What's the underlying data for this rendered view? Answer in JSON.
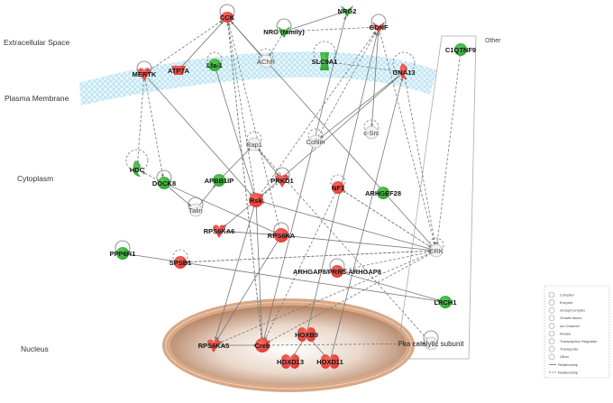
{
  "colors": {
    "up": "#e8413a",
    "down": "#3ab03a",
    "neutral": "#f2f2f2",
    "membrane": "#a9dcef",
    "nucleus_outer": "#b07a55",
    "nucleus_inner": "#ffffff",
    "edge": "#777777"
  },
  "layers": [
    {
      "id": "extracellular",
      "label": "Extracellular Space"
    },
    {
      "id": "membrane",
      "label": "Plasma Membrane"
    },
    {
      "id": "cytoplasm",
      "label": "Cytoplasm"
    },
    {
      "id": "nucleus",
      "label": "Nucleus"
    }
  ],
  "other_box": {
    "label": "Other"
  },
  "nodes": [
    {
      "id": "CCK",
      "label": "CCK",
      "status": "up",
      "shape": "growth-factor",
      "layer": "extracellular"
    },
    {
      "id": "NRG",
      "label": "NRG (family)",
      "status": "down",
      "shape": "growth-factor",
      "layer": "extracellular"
    },
    {
      "id": "NRG2",
      "label": "NRG2",
      "status": "down",
      "shape": "growth-factor",
      "layer": "extracellular"
    },
    {
      "id": "GDNF",
      "label": "GDNF",
      "status": "up",
      "shape": "growth-factor",
      "layer": "extracellular"
    },
    {
      "id": "MERTK",
      "label": "MERTK",
      "status": "up",
      "shape": "kinase",
      "layer": "membrane"
    },
    {
      "id": "ATP7A",
      "label": "ATP7A",
      "status": "up",
      "shape": "transporter",
      "layer": "membrane"
    },
    {
      "id": "Lfa1",
      "label": "Lfa-1",
      "status": "down",
      "shape": "complex",
      "layer": "membrane"
    },
    {
      "id": "AChR",
      "label": "AChR",
      "status": "neutral",
      "shape": "complex",
      "layer": "membrane"
    },
    {
      "id": "SLC9A1",
      "label": "SLC9A1",
      "status": "down",
      "shape": "ion-channel",
      "layer": "membrane"
    },
    {
      "id": "GNA13",
      "label": "GNA13",
      "status": "up",
      "shape": "enzyme",
      "layer": "membrane"
    },
    {
      "id": "C1QTNF9",
      "label": "C1QTNF9",
      "status": "down",
      "shape": "other",
      "layer": "other"
    },
    {
      "id": "Rap1",
      "label": "Rap1",
      "status": "neutral",
      "shape": "group",
      "layer": "cytoplasm"
    },
    {
      "id": "Cofilin",
      "label": "Cofilin",
      "status": "neutral",
      "shape": "group",
      "layer": "cytoplasm"
    },
    {
      "id": "cSrc",
      "label": "c-Src",
      "status": "neutral",
      "shape": "group",
      "layer": "cytoplasm"
    },
    {
      "id": "HDC",
      "label": "HDC",
      "status": "down",
      "shape": "enzyme",
      "layer": "cytoplasm"
    },
    {
      "id": "DOCK8",
      "label": "DOCK8",
      "status": "down",
      "shape": "other",
      "layer": "cytoplasm"
    },
    {
      "id": "APBB1IP",
      "label": "APBB1IP",
      "status": "down",
      "shape": "other",
      "layer": "cytoplasm"
    },
    {
      "id": "Talin",
      "label": "Talin",
      "status": "neutral",
      "shape": "group",
      "layer": "cytoplasm"
    },
    {
      "id": "PRKD1",
      "label": "PRKD1",
      "status": "up",
      "shape": "kinase",
      "layer": "cytoplasm"
    },
    {
      "id": "Rsk",
      "label": "Rsk",
      "status": "up",
      "shape": "group",
      "layer": "cytoplasm"
    },
    {
      "id": "NF1",
      "label": "NF1",
      "status": "up",
      "shape": "other",
      "layer": "cytoplasm"
    },
    {
      "id": "ARHGEF28",
      "label": "ARHGEF28",
      "status": "down",
      "shape": "other",
      "layer": "cytoplasm"
    },
    {
      "id": "RPS6KA6",
      "label": "RPS6KA6",
      "status": "up",
      "shape": "kinase",
      "layer": "cytoplasm"
    },
    {
      "id": "RPS6KA",
      "label": "RPS6KA",
      "status": "up",
      "shape": "group",
      "layer": "cytoplasm"
    },
    {
      "id": "ERK",
      "label": "ERK",
      "status": "neutral",
      "shape": "group",
      "layer": "other"
    },
    {
      "id": "PPP6R1",
      "label": "PPP6R1",
      "status": "down",
      "shape": "other",
      "layer": "cytoplasm"
    },
    {
      "id": "SPSB1",
      "label": "SPSB1",
      "status": "up",
      "shape": "other",
      "layer": "cytoplasm"
    },
    {
      "id": "ARHGAP8",
      "label": "ARHGAP8/PRR5-ARHGAP8",
      "status": "up",
      "shape": "other",
      "layer": "cytoplasm"
    },
    {
      "id": "LRCH1",
      "label": "LRCH1",
      "status": "down",
      "shape": "other",
      "layer": "other"
    },
    {
      "id": "RPS6KA5",
      "label": "RPS6KA5",
      "status": "up",
      "shape": "kinase",
      "layer": "nucleus"
    },
    {
      "id": "Creb",
      "label": "Creb",
      "status": "up",
      "shape": "group",
      "layer": "nucleus"
    },
    {
      "id": "HOXB9",
      "label": "HOXB9",
      "status": "up",
      "shape": "transcription-regulator",
      "layer": "nucleus"
    },
    {
      "id": "HOXD13",
      "label": "HOXD13",
      "status": "up",
      "shape": "transcription-regulator",
      "layer": "nucleus"
    },
    {
      "id": "HOXD11",
      "label": "HOXD11",
      "status": "up",
      "shape": "transcription-regulator",
      "layer": "nucleus"
    },
    {
      "id": "Pka",
      "label": "Pka catalytic subunit",
      "status": "neutral",
      "shape": "group",
      "layer": "other"
    }
  ],
  "edges": [
    {
      "from": "MERTK",
      "to": "CCK",
      "type": "dashed"
    },
    {
      "from": "ATP7A",
      "to": "CCK",
      "type": "solid"
    },
    {
      "from": "Rsk",
      "to": "CCK",
      "type": "dashed"
    },
    {
      "from": "RPS6KA",
      "to": "CCK",
      "type": "dashed"
    },
    {
      "from": "Creb",
      "to": "CCK",
      "type": "dashed"
    },
    {
      "from": "Creb",
      "to": "CCK",
      "type": "dashed"
    },
    {
      "from": "ERK",
      "to": "CCK",
      "type": "solid"
    },
    {
      "from": "AChR",
      "to": "CCK",
      "type": "solid"
    },
    {
      "from": "NRG",
      "to": "AChR",
      "type": "dashed"
    },
    {
      "from": "NRG",
      "to": "NRG2",
      "type": "solid"
    },
    {
      "from": "NRG",
      "to": "GDNF",
      "type": "dashed"
    },
    {
      "from": "Creb",
      "to": "NRG2",
      "type": "solid"
    },
    {
      "from": "Cofilin",
      "to": "GDNF",
      "type": "dashed"
    },
    {
      "from": "cSrc",
      "to": "GDNF",
      "type": "dashed"
    },
    {
      "from": "Rsk",
      "to": "GDNF",
      "type": "dashed"
    },
    {
      "from": "GDNF",
      "to": "cSrc",
      "type": "dashed"
    },
    {
      "from": "GDNF",
      "to": "ERK",
      "type": "dashed"
    },
    {
      "from": "SLC9A1",
      "to": "GNA13",
      "type": "dashed"
    },
    {
      "from": "GNA13",
      "to": "Cofilin",
      "type": "solid"
    },
    {
      "from": "GNA13",
      "to": "ERK",
      "type": "dashed"
    },
    {
      "from": "GNA13",
      "to": "Rsk",
      "type": "solid"
    },
    {
      "from": "C1QTNF9",
      "to": "ERK",
      "type": "dashed"
    },
    {
      "from": "MERTK",
      "to": "HDC",
      "type": "dashed"
    },
    {
      "from": "MERTK",
      "to": "DOCK8",
      "type": "dashed"
    },
    {
      "from": "MERTK",
      "to": "Rsk",
      "type": "solid"
    },
    {
      "from": "Lfa1",
      "to": "Rsk",
      "type": "solid"
    },
    {
      "from": "Rap1",
      "to": "PRKD1",
      "type": "solid"
    },
    {
      "from": "APBB1IP",
      "to": "Rap1",
      "type": "solid"
    },
    {
      "from": "Talin",
      "to": "APBB1IP",
      "type": "solid"
    },
    {
      "from": "DOCK8",
      "to": "HDC",
      "type": "dashed"
    },
    {
      "from": "DOCK8",
      "to": "Talin",
      "type": "solid"
    },
    {
      "from": "DOCK8",
      "to": "RPS6KA",
      "type": "solid"
    },
    {
      "from": "PRKD1",
      "to": "Rsk",
      "type": "dashed"
    },
    {
      "from": "Rsk",
      "to": "RPS6KA6",
      "type": "solid"
    },
    {
      "from": "RPS6KA6",
      "to": "RPS6KA",
      "type": "solid"
    },
    {
      "from": "ERK",
      "to": "Rsk",
      "type": "solid"
    },
    {
      "from": "ERK",
      "to": "NF1",
      "type": "dashed"
    },
    {
      "from": "NF1",
      "to": "ERK",
      "type": "dashed"
    },
    {
      "from": "ERK",
      "to": "RPS6KA",
      "type": "solid"
    },
    {
      "from": "ERK",
      "to": "SPSB1",
      "type": "dashed"
    },
    {
      "from": "ERK",
      "to": "Creb",
      "type": "dashed"
    },
    {
      "from": "ERK",
      "to": "ARHGAP8",
      "type": "dashed"
    },
    {
      "from": "PPP6R1",
      "to": "LRCH1",
      "type": "solid"
    },
    {
      "from": "SPSB1",
      "to": "ERK",
      "type": "dashed"
    },
    {
      "from": "Rsk",
      "to": "Creb",
      "type": "solid"
    },
    {
      "from": "RPS6KA",
      "to": "RPS6KA5",
      "type": "solid"
    },
    {
      "from": "Rsk",
      "to": "RPS6KA5",
      "type": "solid"
    },
    {
      "from": "RPS6KA5",
      "to": "Creb",
      "type": "solid"
    },
    {
      "from": "Creb",
      "to": "Pka",
      "type": "dashed"
    },
    {
      "from": "HOXB9",
      "to": "HOXD13",
      "type": "solid"
    },
    {
      "from": "HOXB9",
      "to": "HOXD11",
      "type": "solid"
    },
    {
      "from": "HOXD11",
      "to": "GNA13",
      "type": "solid"
    },
    {
      "from": "HOXB9",
      "to": "GDNF",
      "type": "solid"
    },
    {
      "from": "Pka",
      "to": "Rap1",
      "type": "dashed"
    },
    {
      "from": "NF1",
      "to": "Creb",
      "type": "dashed"
    },
    {
      "from": "ERK",
      "to": "RPS6KA5",
      "type": "dashed"
    },
    {
      "from": "ARHGAP8",
      "to": "LRCH1",
      "type": "solid"
    }
  ],
  "legend": {
    "items": [
      {
        "icon": "complex",
        "label": "Complex"
      },
      {
        "icon": "enzyme",
        "label": "Enzyme"
      },
      {
        "icon": "group",
        "label": "Group/Complex"
      },
      {
        "icon": "growth-factor",
        "label": "Growth factor"
      },
      {
        "icon": "ion-channel",
        "label": "Ion Channel"
      },
      {
        "icon": "kinase",
        "label": "Kinase"
      },
      {
        "icon": "transcription-regulator",
        "label": "Transcription Regulator"
      },
      {
        "icon": "transporter",
        "label": "Transporter"
      },
      {
        "icon": "other",
        "label": "Other"
      },
      {
        "icon": "solid-line",
        "label": "Relationship"
      },
      {
        "icon": "dashed-line",
        "label": "Relationship"
      }
    ]
  }
}
